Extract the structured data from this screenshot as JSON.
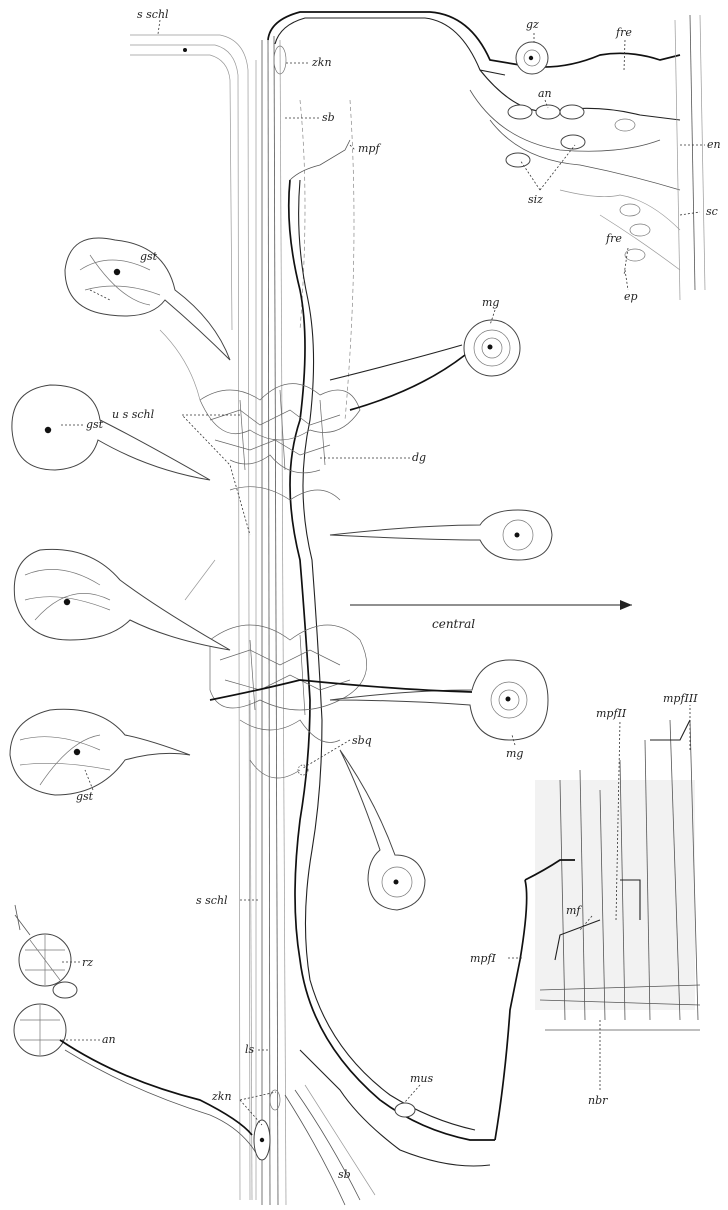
{
  "labels": {
    "s_schl_top": "s schl",
    "zkn_top": "zkn",
    "sb_top": "sb",
    "gz": "gz",
    "fre_top": "fre",
    "an_top": "an",
    "en": "en",
    "mpf": "mpf",
    "siz": "siz",
    "sc": "sc",
    "fre_bottom": "fre",
    "ep": "ep",
    "gst_1": "gst",
    "gst_2": "gst",
    "mg_1": "mg",
    "u_s_schl": "u s schl",
    "dg": "dg",
    "centralarrow": "central",
    "mg_2": "mg",
    "mpfIII": "mpfIII",
    "mpfII": "mpfII",
    "gst_3": "gst",
    "sbq": "sbq",
    "mf": "mf",
    "s_schl_mid": "s schl",
    "mpfI": "mpfI",
    "rz": "rz",
    "ls": "ls",
    "an_bottom": "an",
    "mus": "mus",
    "zkn_bottom": "zkn",
    "sb_bottom": "sb",
    "nbr": "nbr"
  }
}
